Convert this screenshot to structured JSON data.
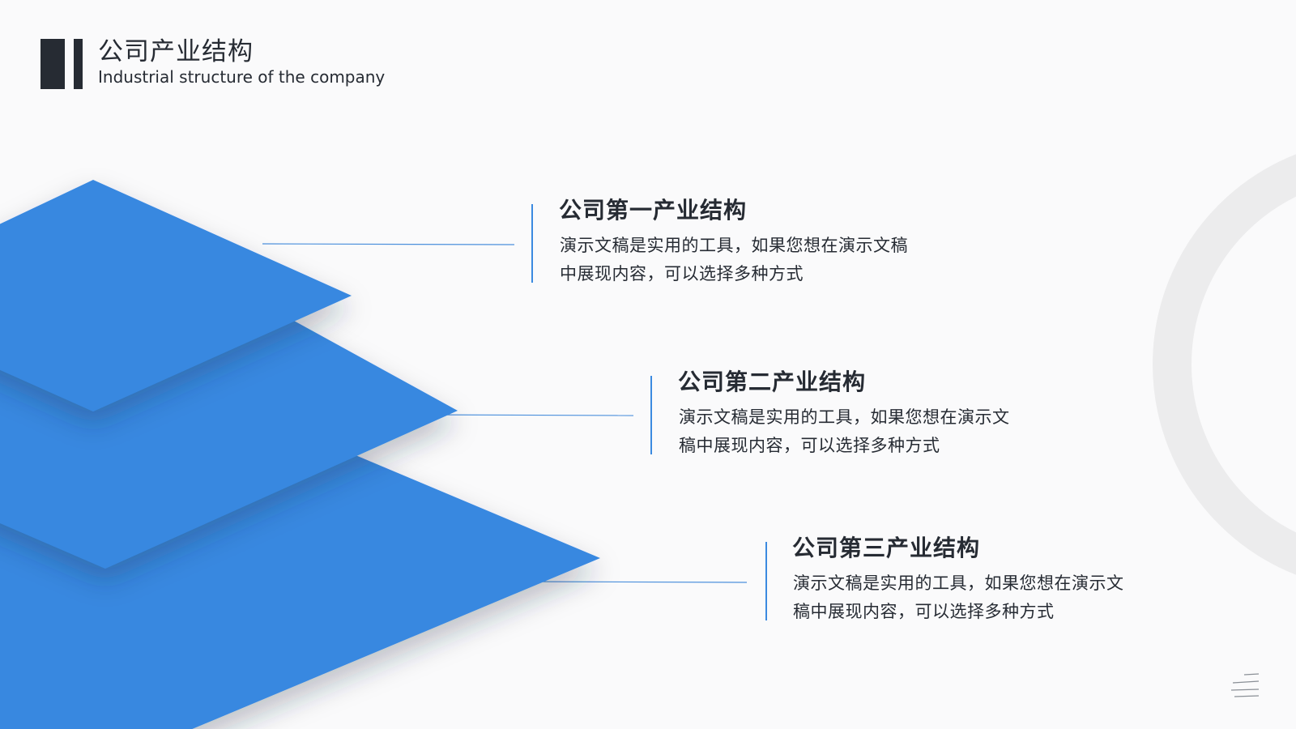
{
  "header": {
    "title_cn": "公司产业结构",
    "title_en": "Industrial structure of the company"
  },
  "colors": {
    "accent_blue": "#3788e0",
    "dark": "#262b33",
    "ring_gray": "#ececed",
    "background": "#fafafb"
  },
  "sections": [
    {
      "heading": "公司第一产业结构",
      "line1": "演示文稿是实用的工具，如果您想在演示文稿",
      "line2": "中展现内容，可以选择多种方式"
    },
    {
      "heading": "公司第二产业结构",
      "line1": "演示文稿是实用的工具，如果您想在演示文",
      "line2": "稿中展现内容，可以选择多种方式"
    },
    {
      "heading": "公司第三产业结构",
      "line1": "演示文稿是实用的工具，如果您想在演示文",
      "line2": "稿中展现内容，可以选择多种方式"
    }
  ],
  "icons": {
    "menu": "menu-lines-icon"
  }
}
